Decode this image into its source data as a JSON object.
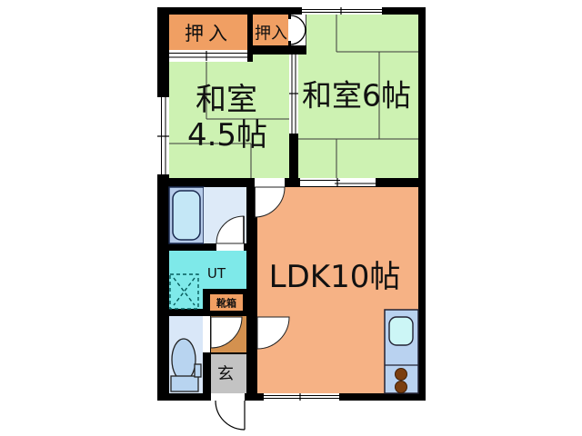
{
  "plan": {
    "type": "floor-plan",
    "rooms": {
      "washitsu45": {
        "name_line1": "和室",
        "name_line2": "4.5帖"
      },
      "washitsu6": {
        "name": "和室6帖"
      },
      "ldk": {
        "name": "LDK10帖"
      },
      "closet_left": {
        "name": "押入"
      },
      "closet_right": {
        "name": "押入"
      },
      "utility": {
        "name": "UT"
      },
      "entrance": {
        "name": "玄"
      },
      "shoe_cabinet": {
        "name": "靴箱"
      }
    },
    "fixtures": [
      "bathtub",
      "washroom",
      "toilet",
      "washing-machine-pan",
      "kitchen-counter",
      "kitchen-sink",
      "stove-burners"
    ],
    "colors": {
      "wall": "#000000",
      "tatami_room": "#cdf2b2",
      "closet": "#f09f63",
      "ldk": "#f6b285",
      "hall": "#d4914f",
      "utility": "#7ee9e9",
      "entrance_floor": "#c3c3c3",
      "bathroom": "#b6cbe9",
      "washroom": "#ddeaf8",
      "toilet_room": "#d9e7f8",
      "toilet_fixture": "#b8d4f0",
      "bathtub": "#c4e7f6",
      "kitchen_counter": "#b9d2f0",
      "sink": "#ccf6f6",
      "burner": "#7b3f10",
      "shoe_cabinet_text": "#7b2000"
    }
  }
}
